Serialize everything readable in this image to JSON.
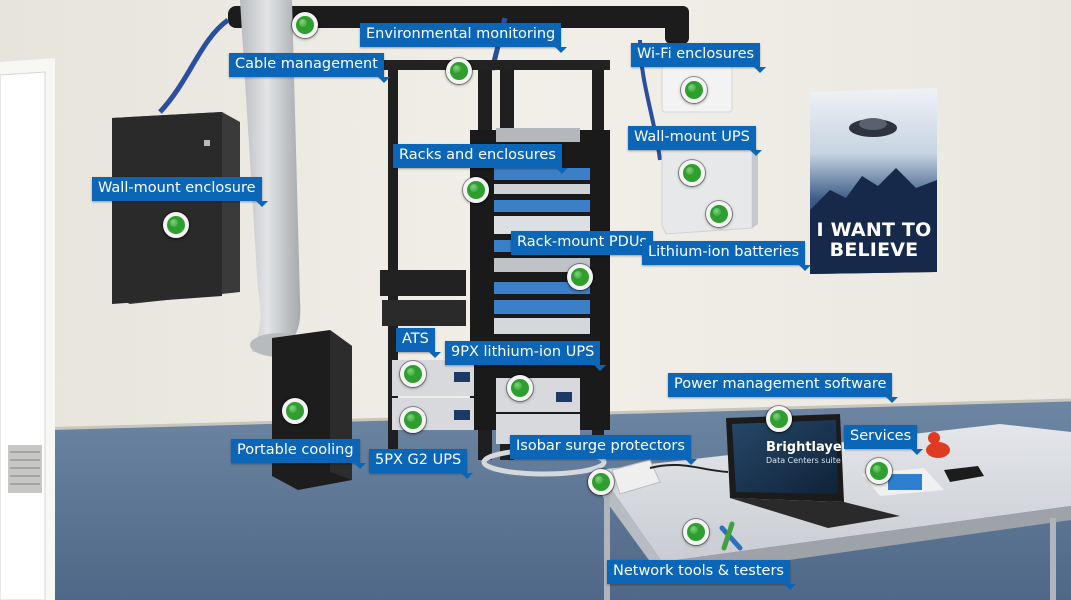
{
  "labels": {
    "cable_management": "Cable management",
    "environmental_monitoring": "Environmental monitoring",
    "wifi_enclosures": "Wi-Fi enclosures",
    "wall_mount_ups": "Wall-mount UPS",
    "wall_mount_enclosure": "Wall-mount enclosure",
    "racks_and_enclosures": "Racks and enclosures",
    "rack_mount_pdus": "Rack-mount PDUs",
    "lithium_ion_batteries": "Lithium-ion batteries",
    "ats": "ATS",
    "ups_9px": "9PX lithium-ion UPS",
    "power_management_software": "Power management software",
    "services": "Services",
    "portable_cooling": "Portable cooling",
    "ups_5px": "5PX G2 UPS",
    "isobar_surge_protectors": "Isobar surge protectors",
    "network_tools": "Network tools & testers"
  },
  "poster": {
    "line1": "I WANT TO",
    "line2": "BELIEVE"
  },
  "laptop": {
    "brand": "Brightlayer",
    "subtitle": "Data Centers suite"
  },
  "colors": {
    "label_bg": "#0b66b7",
    "hotspot": "#2e9e2e",
    "wall": "#ecebe4",
    "floor": "#5f7a99"
  }
}
